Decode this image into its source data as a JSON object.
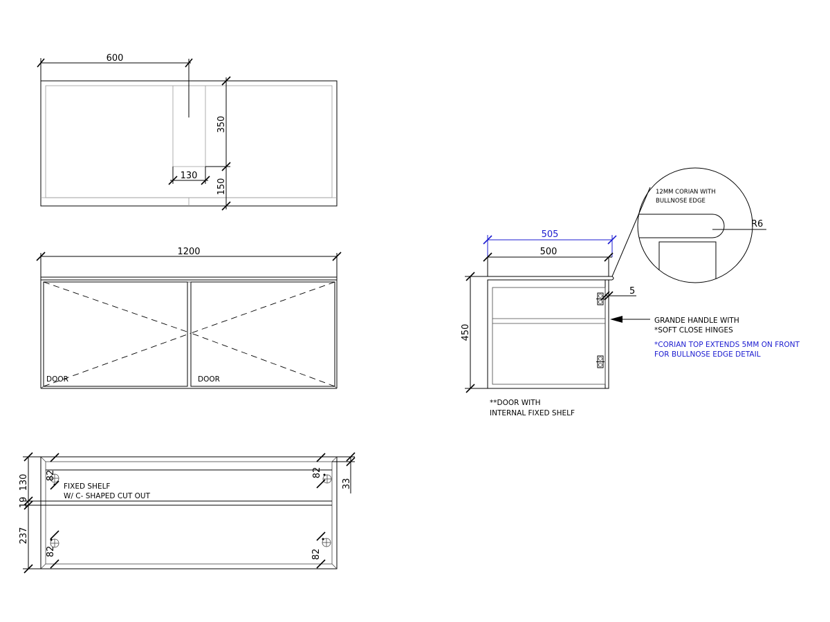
{
  "plan_view": {
    "dim_width": "600",
    "dim_depth_upper": "350",
    "dim_depth_lower": "150",
    "dim_cutout": "130"
  },
  "front_view": {
    "dim_overall": "1200",
    "door_left": "DOOR",
    "door_right": "DOOR"
  },
  "shelf_plan": {
    "dim_left": [
      "130",
      "19",
      "237"
    ],
    "dim_right": "33",
    "hole_label": "82",
    "note_line1": "FIXED SHELF",
    "note_line2": "W/ C- SHAPED CUT OUT"
  },
  "side_view": {
    "dim_top_blue": "505",
    "dim_top": "500",
    "dim_height": "450",
    "dim_offset": "5",
    "handle_line1": "GRANDE HANDLE WITH",
    "handle_line2": "*SOFT CLOSE HINGES",
    "corian_note_line1": "*CORIAN TOP EXTENDS 5MM ON FRONT",
    "corian_note_line2": "FOR BULLNOSE EDGE DETAIL",
    "door_note_line1": "**DOOR WITH",
    "door_note_line2": "INTERNAL FIXED SHELF"
  },
  "detail": {
    "line1": "12MM CORIAN WITH",
    "line2": "BULLNOSE EDGE",
    "radius": "R6"
  },
  "colors": {
    "line": "#000000",
    "accent_blue": "#1a1ad0"
  }
}
